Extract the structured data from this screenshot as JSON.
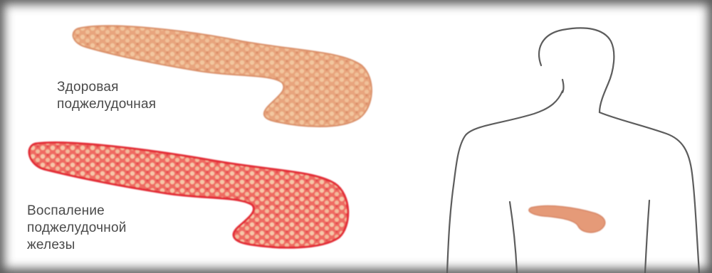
{
  "labels": {
    "healthy": [
      "Здоровая",
      "поджелудочная"
    ],
    "inflamed": [
      "Воспаление",
      "поджелудочной",
      "железы"
    ]
  },
  "colors": {
    "healthy_pancreas": "#e9a47c",
    "inflamed_pancreas": "#e5343a",
    "body_outline": "#5a5a5a",
    "organ_in_body": "#e59a78"
  }
}
